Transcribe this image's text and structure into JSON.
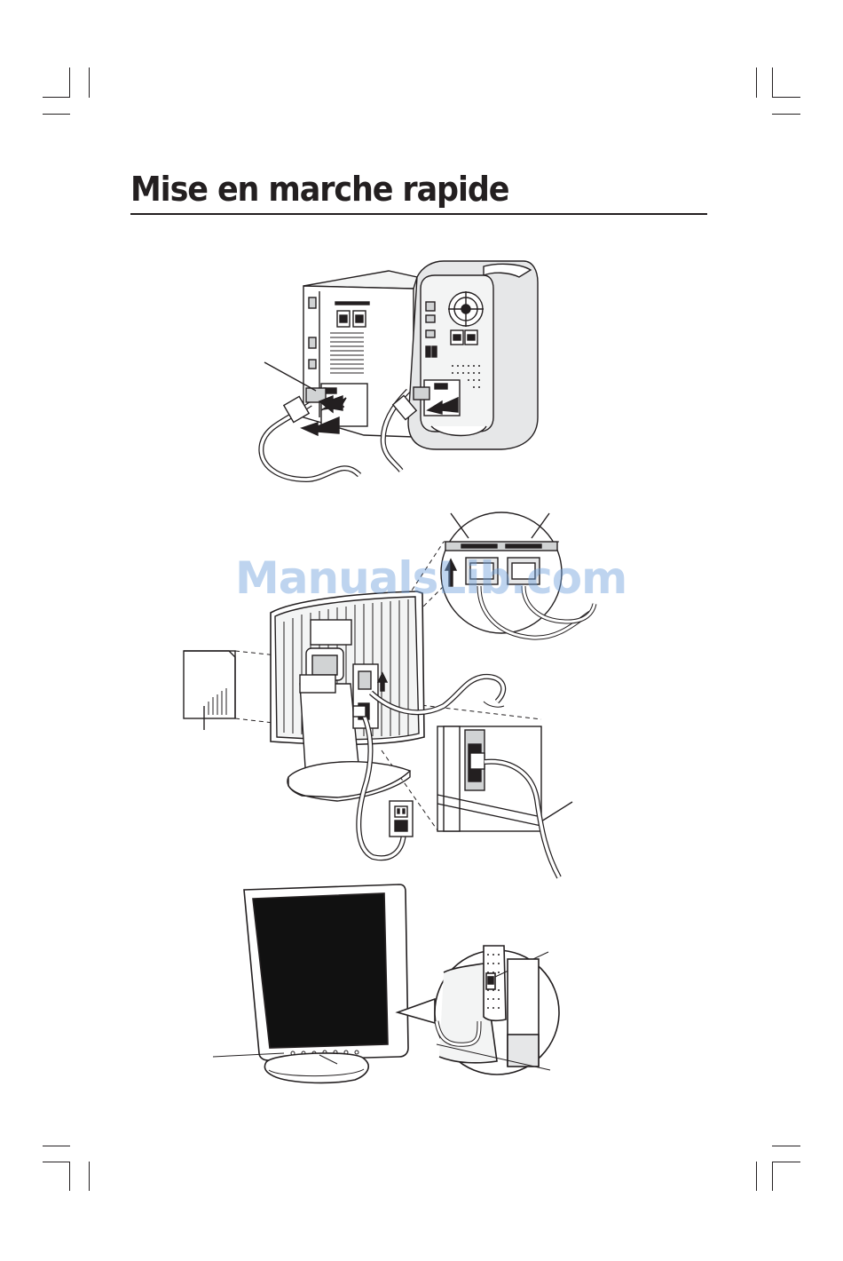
{
  "page": {
    "title": "Mise en marche rapide",
    "watermark": "ManualsLib.com"
  },
  "figures": [
    {
      "id": "pc-mac-connection",
      "label": ""
    },
    {
      "id": "monitor-rear-connections",
      "label": ""
    },
    {
      "id": "monitor-front-power",
      "label": ""
    }
  ],
  "colors": {
    "ink": "#231f20",
    "body_grey": "#e6e7e8",
    "panel_grey": "#d1d3d4",
    "screen_black": "#111111",
    "watermark": "#6ea0dc"
  }
}
